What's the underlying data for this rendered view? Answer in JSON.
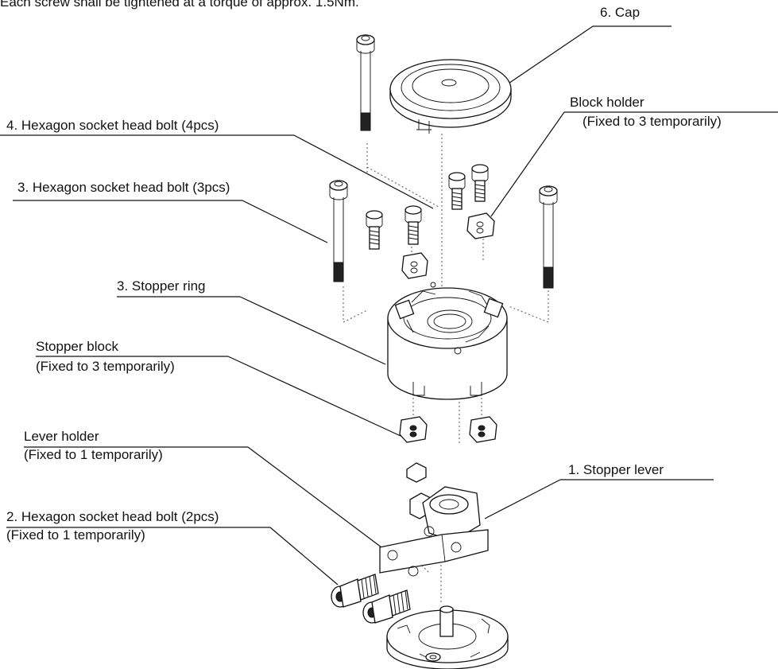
{
  "note": "Each screw shall be tightened at a torque of approx. 1.5Nm.",
  "labels": {
    "cap": "6. Cap",
    "block_holder": "Block holder",
    "block_holder_note": "(Fixed to 3 temporarily)",
    "hex_bolt_4": "4. Hexagon socket head bolt (4pcs)",
    "hex_bolt_3": "3. Hexagon socket head bolt (3pcs)",
    "stopper_ring": "3. Stopper ring",
    "stopper_block": "Stopper block",
    "stopper_block_note": "(Fixed to 3 temporarily)",
    "lever_holder": "Lever holder",
    "lever_holder_note": "(Fixed to 1 temporarily)",
    "stopper_lever": "1. Stopper lever",
    "hex_bolt_2": "2. Hexagon socket head bolt (2pcs)",
    "hex_bolt_2_note": "(Fixed to 1 temporarily)"
  }
}
